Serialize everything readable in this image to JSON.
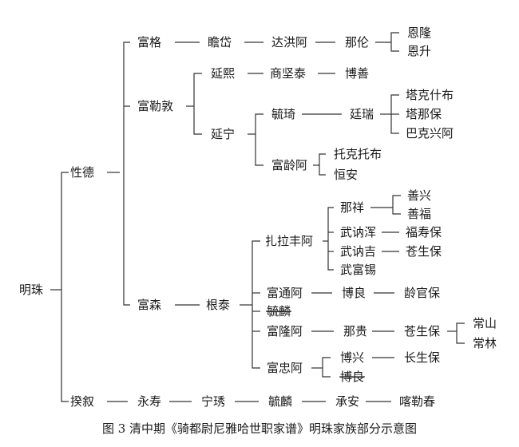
{
  "caption": "图 3 清中期《骑都尉尼雅哈世职家谱》明珠家族部分示意图",
  "people": {
    "mingzhu": "明珠",
    "xingde": "性德",
    "kuixu": "揆叙",
    "fuge": "富格",
    "fuledun": "富勒敦",
    "fusen": "富森",
    "zhandai": "瞻岱",
    "dahongA": "达洪阿",
    "nalun": "那伦",
    "enlong": "恩隆",
    "ensheng": "恩升",
    "yanxi": "延熙",
    "shangjiantai": "商坚泰",
    "boshan": "博善",
    "yanning": "延宁",
    "yuqi": "毓琦",
    "tingrui": "廷瑞",
    "takeshibu": "塔克什布",
    "tanabao": "塔那保",
    "bakexinga": "巴克兴阿",
    "fulinga": "富龄阿",
    "tuoketuobu": "托克托布",
    "heng_an": "恒安",
    "gentai": "根泰",
    "zhalafenga": "扎拉丰阿",
    "naxiang": "那祥",
    "shanxing": "善兴",
    "shanfu": "善福",
    "wunahui": "武讷浑",
    "fushoubao": "福寿保",
    "wunaji": "武讷吉",
    "canshengbao1": "苍生保",
    "wufuxi": "武富锡",
    "futonga": "富通阿",
    "boliang1": "博良",
    "lingguanbao": "龄官保",
    "yulin_struck": "毓麟",
    "fulonga": "富隆阿",
    "nagui": "那贵",
    "canshengbao2": "苍生保",
    "changshan": "常山",
    "changlin": "常林",
    "fuzhonga": "富忠阿",
    "boxing": "博兴",
    "changshengbao": "长生保",
    "boliang_struck": "博良",
    "yongshou": "永寿",
    "ningxiu": "宁琇",
    "yulin": "毓麟",
    "cheng_an": "承安",
    "kalechun": "喀勒春"
  }
}
